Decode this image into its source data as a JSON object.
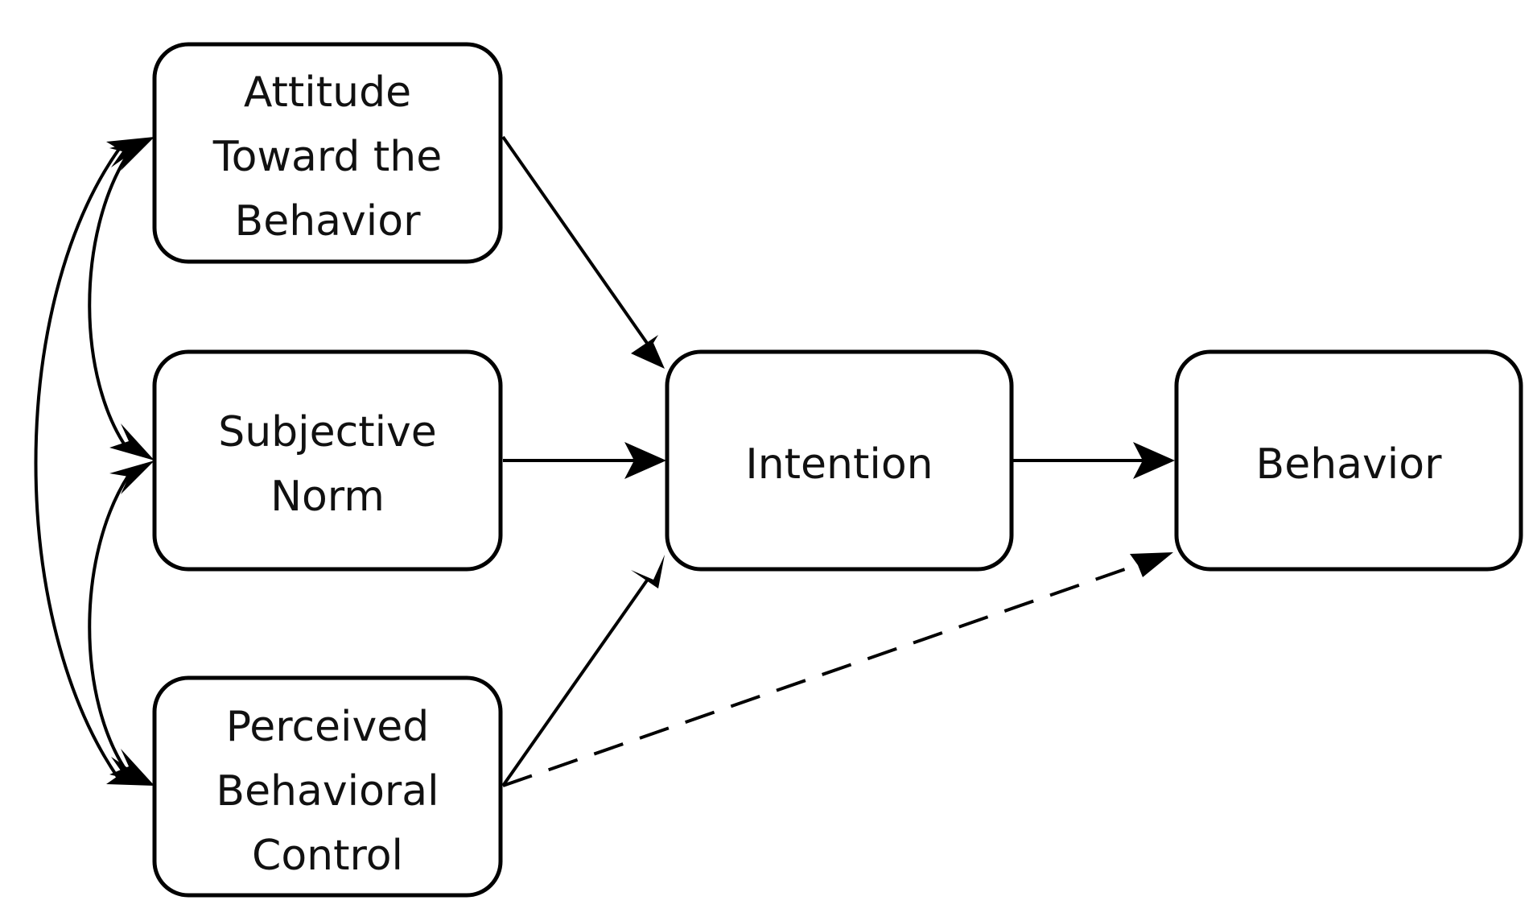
{
  "diagram": {
    "nodes": {
      "attitude": {
        "lines": [
          "Attitude",
          "Toward the",
          "Behavior"
        ]
      },
      "subjective_norm": {
        "lines": [
          "Subjective",
          "Norm"
        ]
      },
      "perceived_control": {
        "lines": [
          "Perceived",
          "Behavioral",
          "Control"
        ]
      },
      "intention": {
        "lines": [
          "Intention"
        ]
      },
      "behavior": {
        "lines": [
          "Behavior"
        ]
      }
    },
    "edges": [
      {
        "from": "attitude",
        "to": "intention",
        "style": "solid"
      },
      {
        "from": "subjective_norm",
        "to": "intention",
        "style": "solid"
      },
      {
        "from": "perceived_control",
        "to": "intention",
        "style": "solid"
      },
      {
        "from": "intention",
        "to": "behavior",
        "style": "solid"
      },
      {
        "from": "perceived_control",
        "to": "behavior",
        "style": "dashed"
      },
      {
        "from": "attitude",
        "to": "subjective_norm",
        "style": "solid",
        "bidirectional": true
      },
      {
        "from": "subjective_norm",
        "to": "perceived_control",
        "style": "solid",
        "bidirectional": true
      },
      {
        "from": "attitude",
        "to": "perceived_control",
        "style": "solid",
        "bidirectional": true
      }
    ],
    "colors": {
      "stroke": "#000000",
      "fill": "#ffffff",
      "text": "#111111"
    }
  }
}
